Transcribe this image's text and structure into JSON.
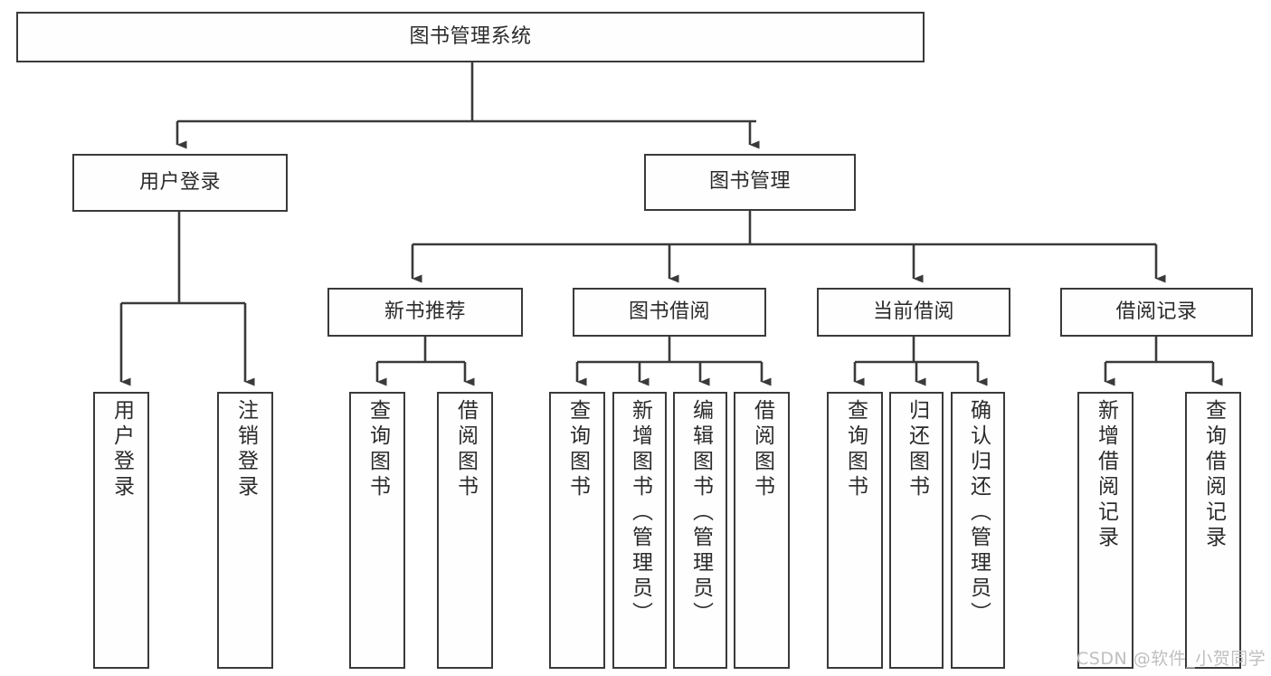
{
  "diagram": {
    "type": "tree-hierarchy",
    "title": "图书管理系统",
    "watermark": "CSDN @软件_小贺同学",
    "colors": {
      "stroke": "#3a3a3a",
      "fill": "#fefefe",
      "text": "#2b2b2b",
      "watermark": "#bfbfbf",
      "background": "#ffffff"
    },
    "root": {
      "id": "root",
      "label": "图书管理系统",
      "orientation": "horizontal"
    },
    "level2": [
      {
        "id": "user-login",
        "label": "用户登录",
        "orientation": "horizontal"
      },
      {
        "id": "book-manage",
        "label": "图书管理",
        "orientation": "horizontal"
      }
    ],
    "level3": [
      {
        "id": "new-book-recommend",
        "label": "新书推荐",
        "orientation": "horizontal",
        "parent": "book-manage"
      },
      {
        "id": "book-borrow",
        "label": "图书借阅",
        "orientation": "horizontal",
        "parent": "book-manage"
      },
      {
        "id": "current-borrow",
        "label": "当前借阅",
        "orientation": "horizontal",
        "parent": "book-manage"
      },
      {
        "id": "borrow-record",
        "label": "借阅记录",
        "orientation": "horizontal",
        "parent": "book-manage"
      }
    ],
    "leaves": [
      {
        "id": "leaf-user-login",
        "label": "用户登录",
        "parent": "user-login"
      },
      {
        "id": "leaf-logout-login",
        "label": "注销登录",
        "parent": "user-login"
      },
      {
        "id": "leaf-query-book-1",
        "label": "查询图书",
        "parent": "new-book-recommend"
      },
      {
        "id": "leaf-borrow-book-1",
        "label": "借阅图书",
        "parent": "new-book-recommend"
      },
      {
        "id": "leaf-query-book-2",
        "label": "查询图书",
        "parent": "book-borrow"
      },
      {
        "id": "leaf-add-book",
        "label": "新增图书（管理员）",
        "parent": "book-borrow"
      },
      {
        "id": "leaf-edit-book",
        "label": "编辑图书（管理员）",
        "parent": "book-borrow"
      },
      {
        "id": "leaf-borrow-book-2",
        "label": "借阅图书",
        "parent": "book-borrow"
      },
      {
        "id": "leaf-query-book-3",
        "label": "查询图书",
        "parent": "current-borrow"
      },
      {
        "id": "leaf-return-book",
        "label": "归还图书",
        "parent": "current-borrow"
      },
      {
        "id": "leaf-confirm-return",
        "label": "确认归还（管理员）",
        "parent": "current-borrow"
      },
      {
        "id": "leaf-add-record",
        "label": "新增借阅记录",
        "parent": "borrow-record"
      },
      {
        "id": "leaf-query-record",
        "label": "查询借阅记录",
        "parent": "borrow-record"
      }
    ]
  }
}
